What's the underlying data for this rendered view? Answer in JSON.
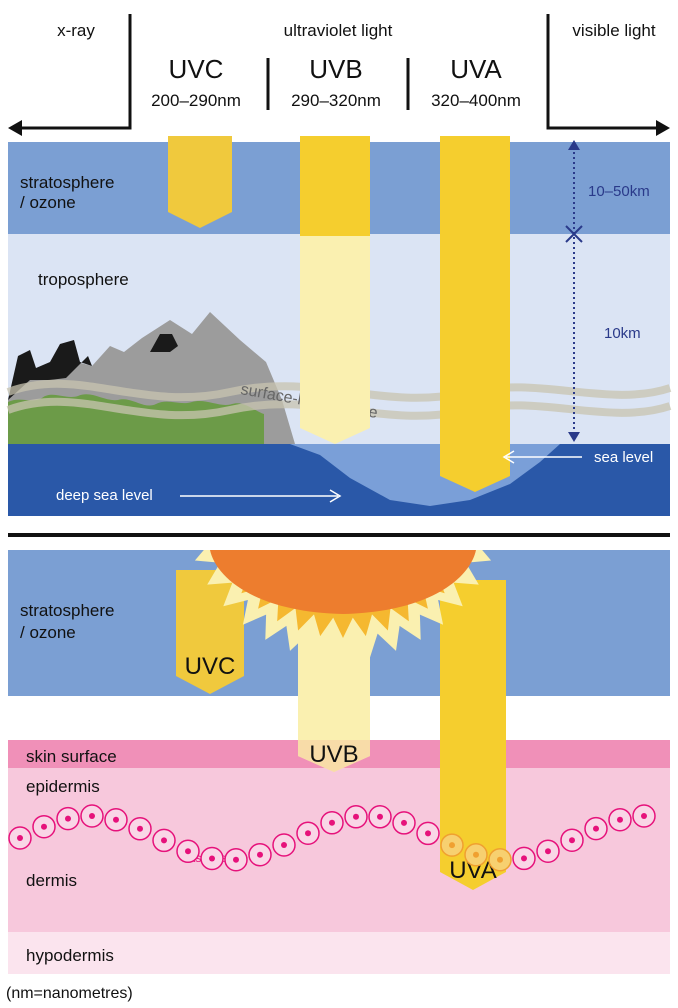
{
  "colors": {
    "stratosphere": "#7b9fd3",
    "troposphere": "#dbe4f4",
    "sea": "#2a58a8",
    "sea_light": "#7a9fd8",
    "mountain_grey": "#9c9c9c",
    "mountain_black": "#1a1a1a",
    "vegetation": "#6c9b48",
    "uvc": "#f0c93d",
    "uvb": "#faf0b0",
    "uva": "#f5ce2e",
    "sun_core": "#ed7d2e",
    "sun_ring": "#f5b830",
    "skin_surface": "#f090b8",
    "epidermis": "#f7c8dc",
    "hypodermis": "#fbe4ee",
    "cell_outline": "#e6127b",
    "dotted_line": "#2a3a8a"
  },
  "spectrum": {
    "xray": "x-ray",
    "ultraviolet": "ultraviolet light",
    "visible": "visible light",
    "bands": [
      {
        "name": "UVC",
        "range": "200–290nm"
      },
      {
        "name": "UVB",
        "range": "290–320nm"
      },
      {
        "name": "UVA",
        "range": "320–400nm"
      }
    ]
  },
  "atmosphere": {
    "stratosphere_label_line1": "stratosphere",
    "stratosphere_label_line2": "/ ozone",
    "troposphere_label": "troposphere",
    "surface_ozone_label": "surface-level ozone",
    "sea_level_label": "sea level",
    "deep_sea_label": "deep sea level",
    "strat_height": "10–50km",
    "trop_height": "10km"
  },
  "skin": {
    "stratosphere_label_line1": "stratosphere",
    "stratosphere_label_line2": "/ ozone",
    "uvc_label": "UVC",
    "uvb_label": "UVB",
    "uva_label": "UVA",
    "skin_surface": "skin surface",
    "epidermis": "epidermis",
    "dermis": "dermis",
    "hypodermis": "hypodermis",
    "basal_cells": "basal cells"
  },
  "footnote": "(nm=nanometres)"
}
